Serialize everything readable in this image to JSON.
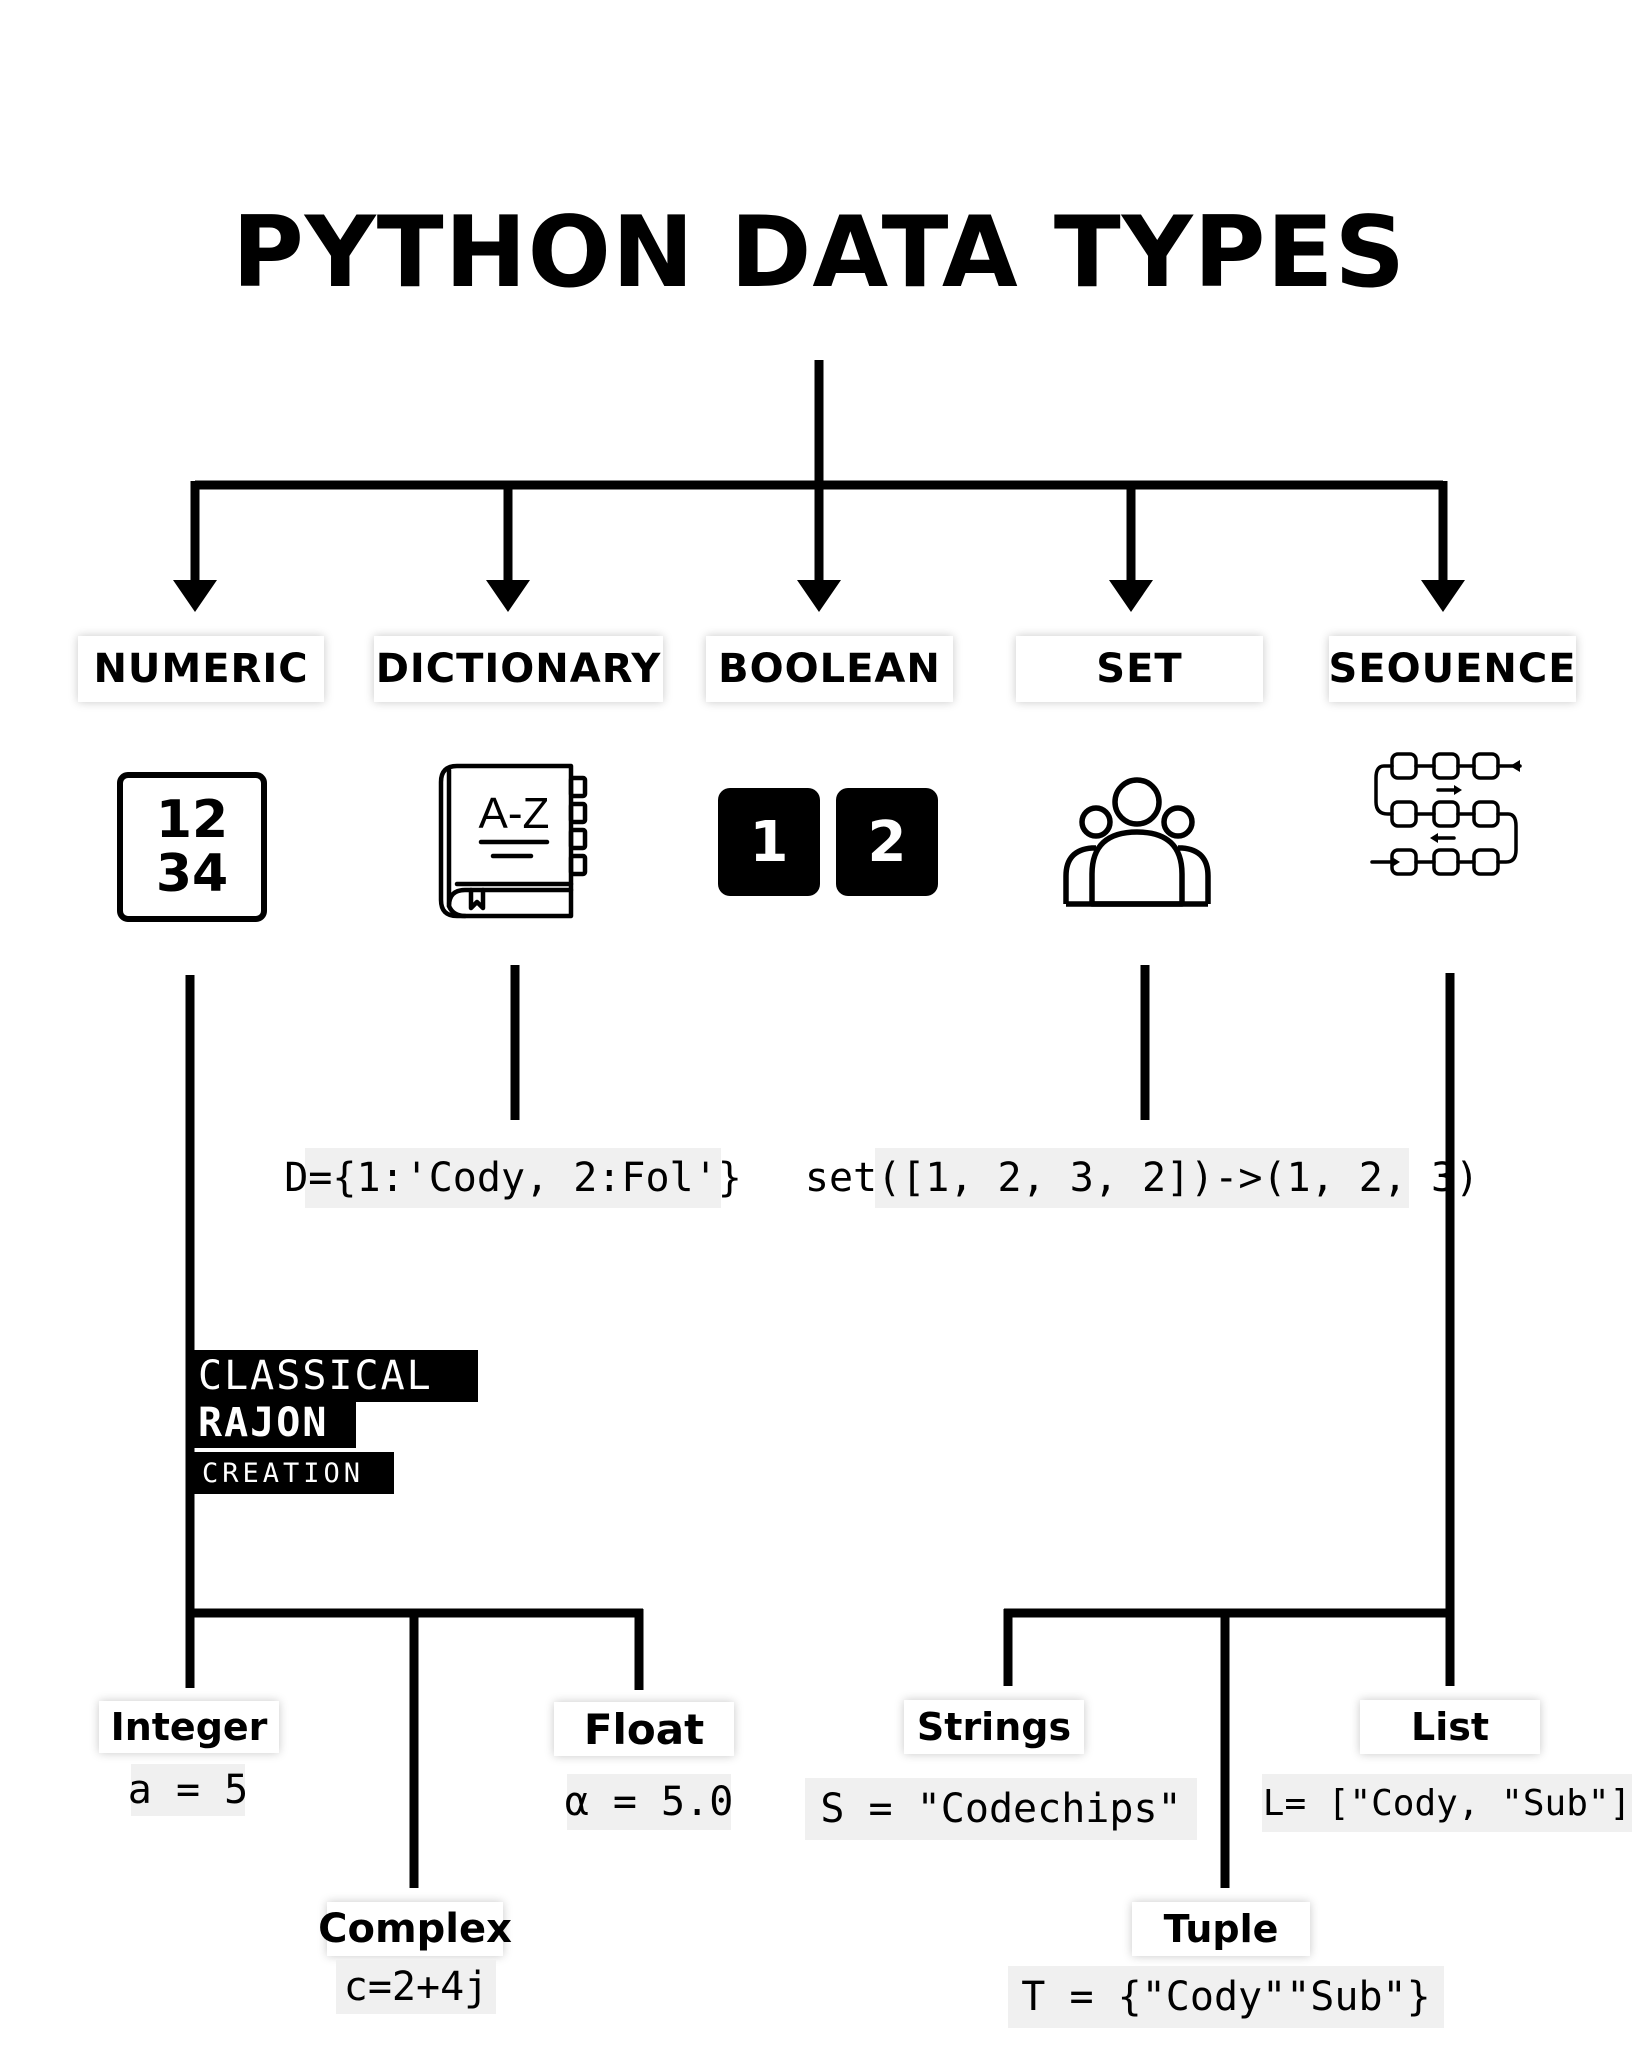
{
  "title": "PYTHON DATA TYPES",
  "categories": {
    "numeric": "NUMERIC",
    "dictionary": "DICTIONARY",
    "boolean": "BOOLEAN",
    "set": "SET",
    "sequence": "SEOUENCE"
  },
  "icons": {
    "numeric_digits": [
      "12",
      "34"
    ],
    "dictionary_label": "A-Z",
    "boolean_keys": [
      "1",
      "2"
    ]
  },
  "examples": {
    "dictionary": "D={1:'Cody, 2:Fol'}",
    "set": "set([1, 2, 3, 2])->(1, 2, 3)"
  },
  "watermark": {
    "line1": "CLASSICAL",
    "line2": "RAJON",
    "line3": "CREATION"
  },
  "numeric_types": {
    "integer": {
      "label": "Integer",
      "example": "a = 5"
    },
    "complex": {
      "label": "Complex",
      "example": "c=2+4j"
    },
    "float": {
      "label": "Float",
      "example": "α = 5.0"
    }
  },
  "sequence_types": {
    "strings": {
      "label": "Strings",
      "example": "S = \"Codechips\""
    },
    "tuple": {
      "label": "Tuple",
      "example": "T = {\"Cody\"\"Sub\"}"
    },
    "list": {
      "label": "List",
      "example": "L= [\"Cody, \"Sub\"]"
    }
  }
}
